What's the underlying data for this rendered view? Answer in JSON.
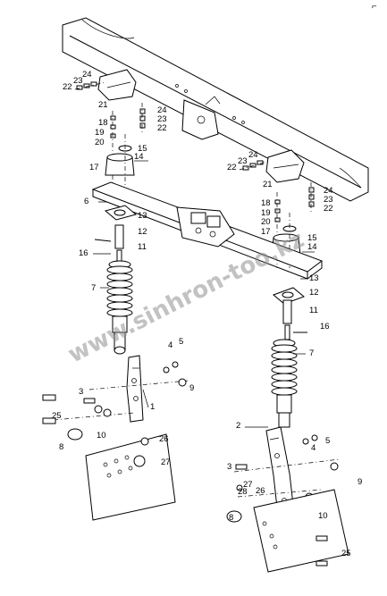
{
  "corner_mark": "⌐",
  "watermark": "www.sinhron-too.kz",
  "callouts": {
    "left": [
      "24",
      "23",
      "22",
      "21",
      "24",
      "23",
      "22",
      "18",
      "19",
      "20",
      "15",
      "14",
      "17",
      "6",
      "13",
      "12",
      "11",
      "16",
      "7",
      "4",
      "5",
      "9",
      "3",
      "25",
      "10",
      "8",
      "1",
      "26",
      "27"
    ],
    "right": [
      "24",
      "23",
      "22",
      "21",
      "24",
      "23",
      "22",
      "18",
      "19",
      "20",
      "15",
      "14",
      "17",
      "13",
      "12",
      "11",
      "16",
      "7",
      "2",
      "5",
      "4",
      "9",
      "3",
      "27",
      "28",
      "26",
      "8",
      "10",
      "25"
    ]
  }
}
